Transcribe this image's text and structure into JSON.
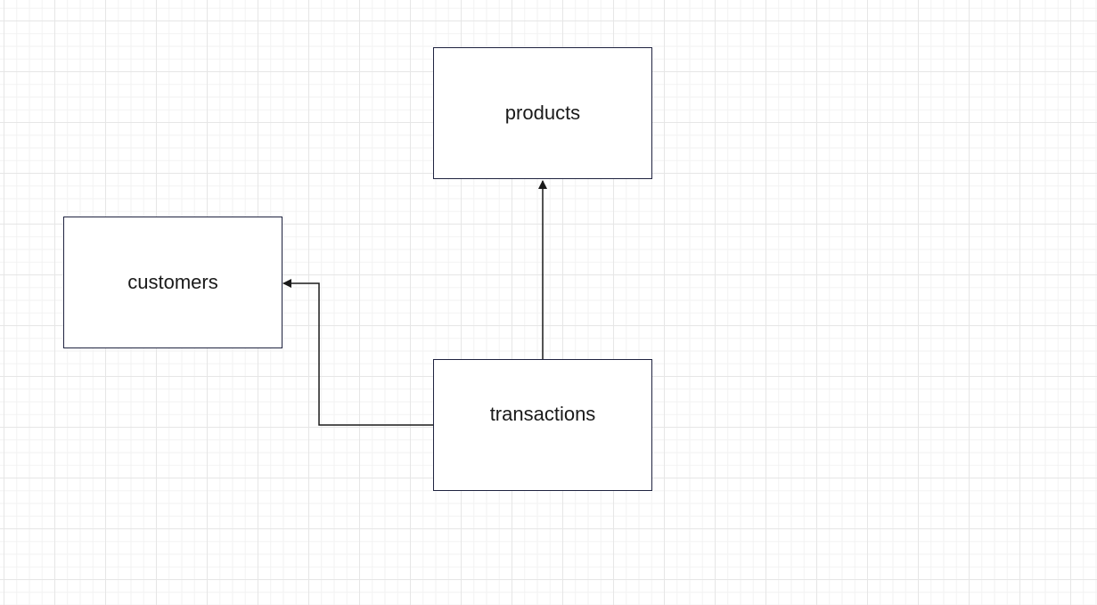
{
  "diagram": {
    "nodes": {
      "products": {
        "label": "products"
      },
      "customers": {
        "label": "customers"
      },
      "transactions": {
        "label": "transactions"
      }
    },
    "edges": [
      {
        "from": "transactions",
        "to": "products"
      },
      {
        "from": "transactions",
        "to": "customers"
      }
    ],
    "colors": {
      "node_border": "#1f2340",
      "edge": "#1a1a1a",
      "grid": "#e6e6e6"
    }
  }
}
